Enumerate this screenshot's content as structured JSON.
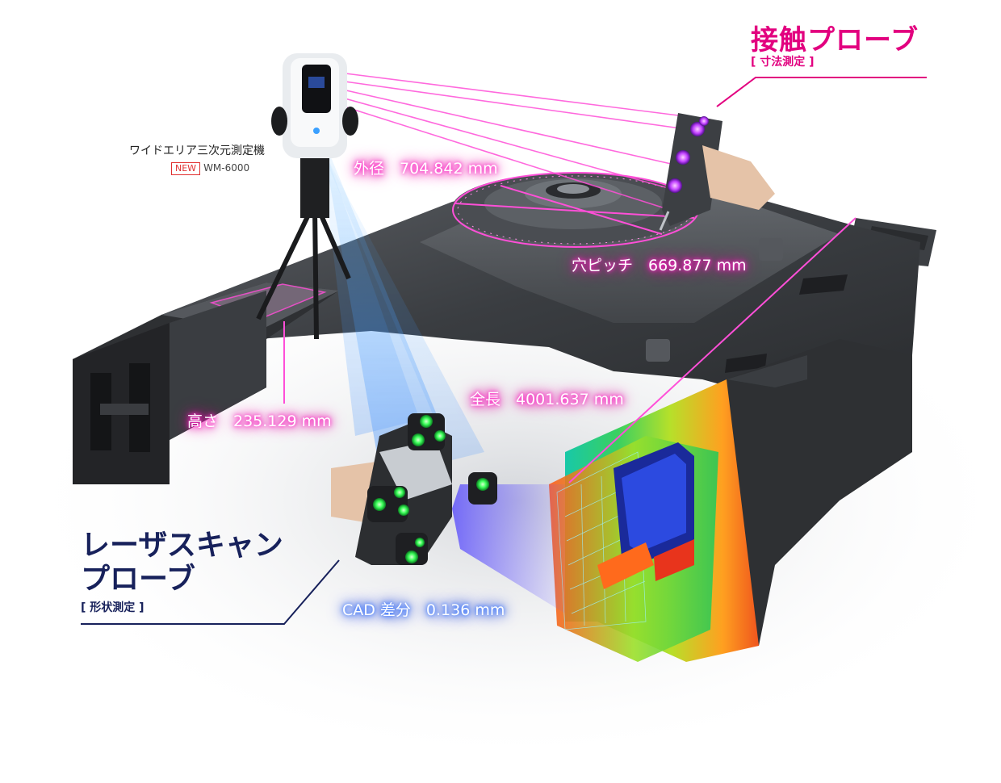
{
  "probe_contact": {
    "title": "接触プローブ",
    "subtitle": "[ 寸法測定 ]"
  },
  "probe_laser": {
    "title_line1": "レーザスキャン",
    "title_line2": "プローブ",
    "subtitle": "[ 形状測定 ]"
  },
  "device": {
    "caption": "ワイドエリア三次元測定機",
    "badge": "NEW",
    "model": "WM-6000"
  },
  "measurements": {
    "outer_diameter": "外径　704.842 mm",
    "hole_pitch": "穴ピッチ　669.877 mm",
    "height": "高さ　235.129 mm",
    "total_length": "全長　4001.637 mm",
    "cad_diff": "CAD 差分　0.136 mm"
  },
  "colors": {
    "contact_accent": "#e2007f",
    "laser_accent": "#17215b",
    "glow_pink": "#ff2bc8",
    "glow_blue": "#3a78ff"
  }
}
